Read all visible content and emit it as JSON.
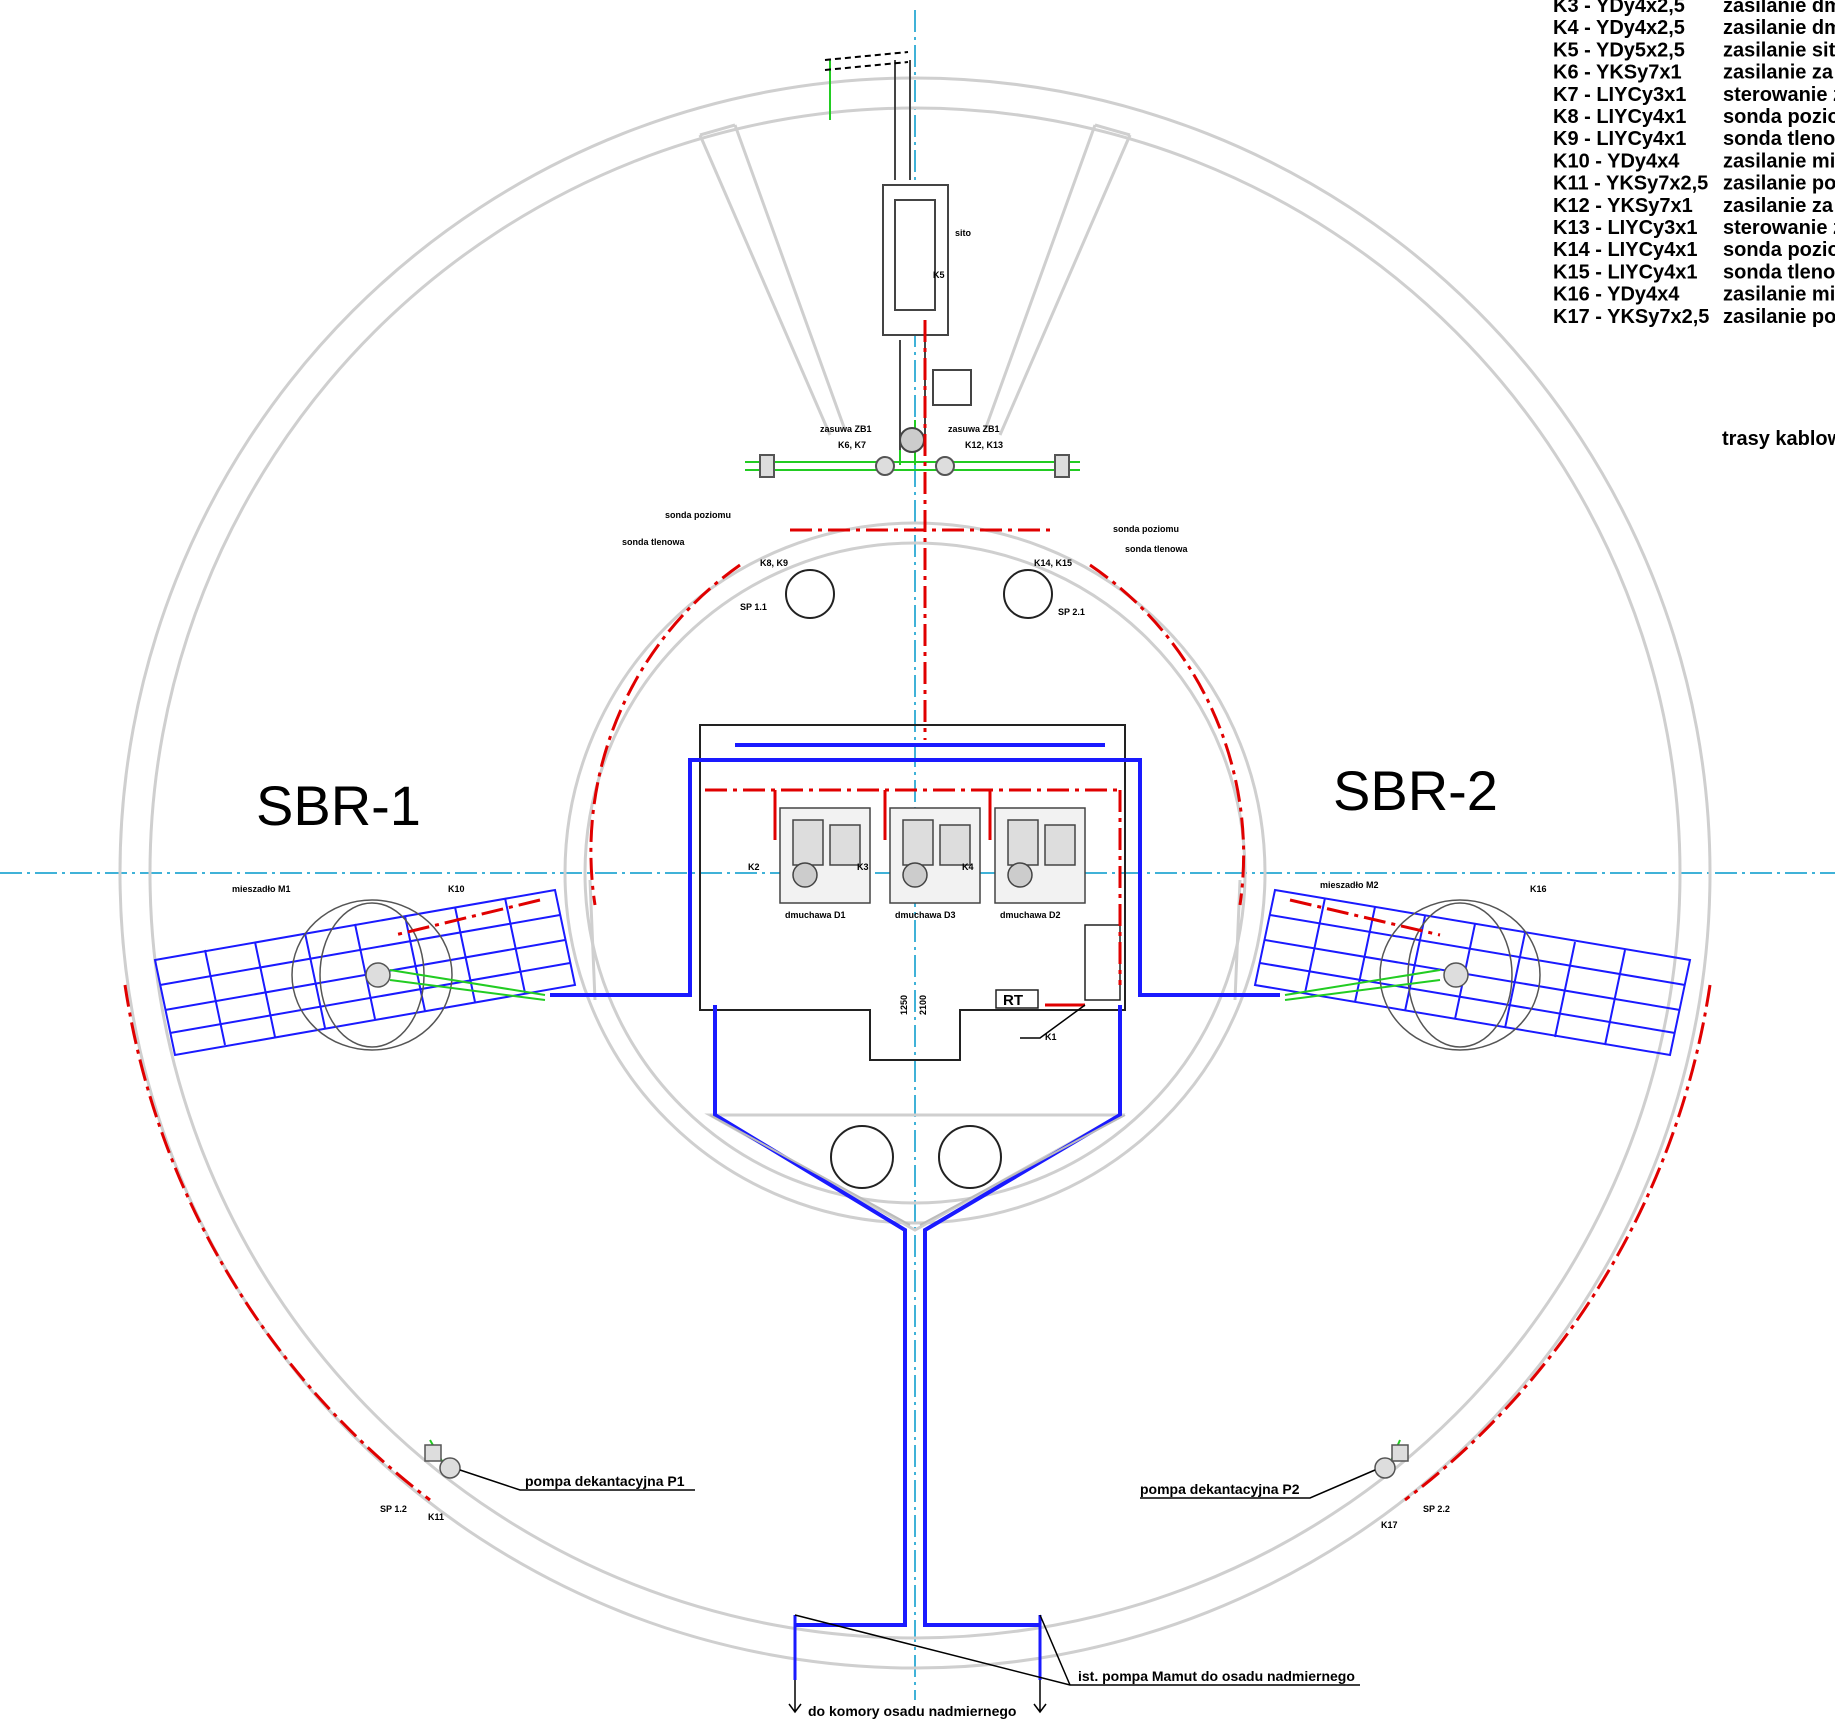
{
  "legend": {
    "rows": [
      {
        "code": "K3   - YDy4x2,5",
        "desc": "zasilanie dm"
      },
      {
        "code": "K4   - YDy4x2,5",
        "desc": "zasilanie dm"
      },
      {
        "code": "K5   - YDy5x2,5",
        "desc": "zasilanie sita"
      },
      {
        "code": "K6   - YKSy7x1",
        "desc": "zasilanie za"
      },
      {
        "code": "K7   - LIYCy3x1",
        "desc": "sterowanie z"
      },
      {
        "code": "K8   - LIYCy4x1",
        "desc": "sonda pozio"
      },
      {
        "code": "K9   - LIYCy4x1",
        "desc": "sonda tlenor"
      },
      {
        "code": "K10 - YDy4x4",
        "desc": "zasilanie mi"
      },
      {
        "code": "K11 - YKSy7x2,5",
        "desc": "zasilanie po"
      },
      {
        "code": "K12 - YKSy7x1",
        "desc": "zasilanie za"
      },
      {
        "code": "K13 - LIYCy3x1",
        "desc": "sterowanie z"
      },
      {
        "code": "K14 - LIYCy4x1",
        "desc": "sonda pozio"
      },
      {
        "code": "K15 - LIYCy4x1",
        "desc": "sonda tlenor"
      },
      {
        "code": "K16 - YDy4x4",
        "desc": "zasilanie mi"
      },
      {
        "code": "K17 - YKSy7x2,5",
        "desc": "zasilanie po"
      }
    ],
    "note": "trasy kablow"
  },
  "labels": {
    "sbr1": "SBR-1",
    "sbr2": "SBR-2",
    "pump_p1": "pompa dekantacyjna P1",
    "pump_p2": "pompa dekantacyjna P2",
    "mamut": "ist. pompa Mamut do osadu nadmiernego",
    "sludge_chamber": "do komory osadu nadmiernego",
    "rt": "RT",
    "k1": "K1",
    "k2": "K2",
    "k3": "K3",
    "k4": "K4",
    "k5": "K5",
    "k10": "K10",
    "k11": "K11",
    "k16": "K16",
    "k17": "K17",
    "k8k9": "K8, K9",
    "k14k15": "K14, K15",
    "k6k7": "K6, K7",
    "k12k13": "K12, K13",
    "sp11": "SP 1.1",
    "sp21": "SP 2.1",
    "sp12": "SP 1.2",
    "sp22": "SP 2.2",
    "sito": "sito",
    "zasuwa1": "zasuwa ZB1",
    "zasuwa2": "zasuwa ZB1",
    "sonda_poziomu_1": "sonda poziomu",
    "sonda_tlenowa_1": "sonda tlenowa",
    "sonda_poziomu_2": "sonda poziomu",
    "sonda_tlenowa_2": "sonda tlenowa",
    "mieszadlo_m1": "mieszadło M1",
    "mieszadlo_m2": "mieszadło M2",
    "dmuchawa_d1": "dmuchawa D1",
    "dmuchawa_d3": "dmuchawa D3",
    "dmuchawa_d2": "dmuchawa D2",
    "dim1": "1250",
    "dim2": "2100"
  },
  "colors": {
    "structure": "#cfcfcf",
    "cable_route": "#e00000",
    "air_pipe": "#1a1aff",
    "green_pipe": "#22cc22",
    "axis": "#0099cc"
  }
}
